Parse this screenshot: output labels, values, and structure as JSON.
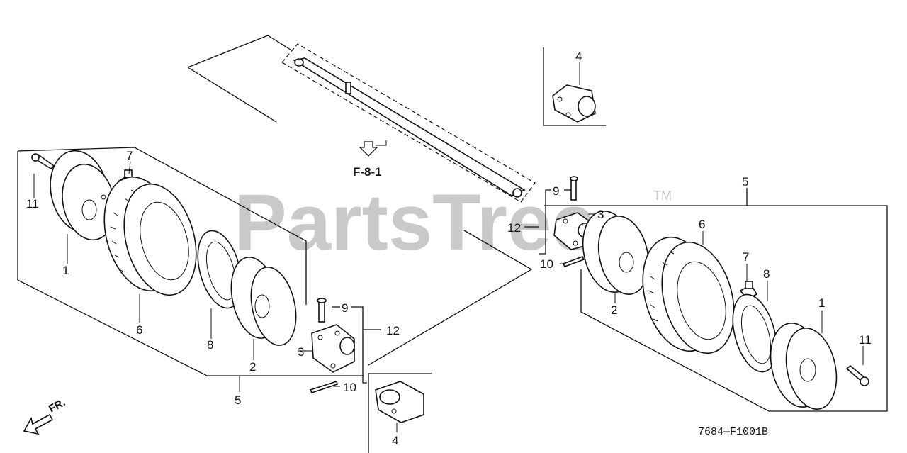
{
  "watermark": {
    "text": "PartsTree",
    "trademark": "TM"
  },
  "reference": {
    "label": "F-8-1"
  },
  "direction": {
    "label": "FR."
  },
  "diagram_code": "7684—F1001B",
  "callouts": {
    "left": {
      "c1": "1",
      "c2": "2",
      "c3": "3",
      "c4": "4",
      "c5": "5",
      "c6": "6",
      "c7": "7",
      "c8": "8",
      "c9": "9",
      "c10": "10",
      "c11": "11",
      "c12": "12"
    },
    "right": {
      "c1": "1",
      "c2": "2",
      "c3": "3",
      "c4": "4",
      "c5": "5",
      "c6": "6",
      "c7": "7",
      "c8": "8",
      "c9": "9",
      "c10": "10",
      "c11": "11",
      "c12": "12"
    }
  }
}
